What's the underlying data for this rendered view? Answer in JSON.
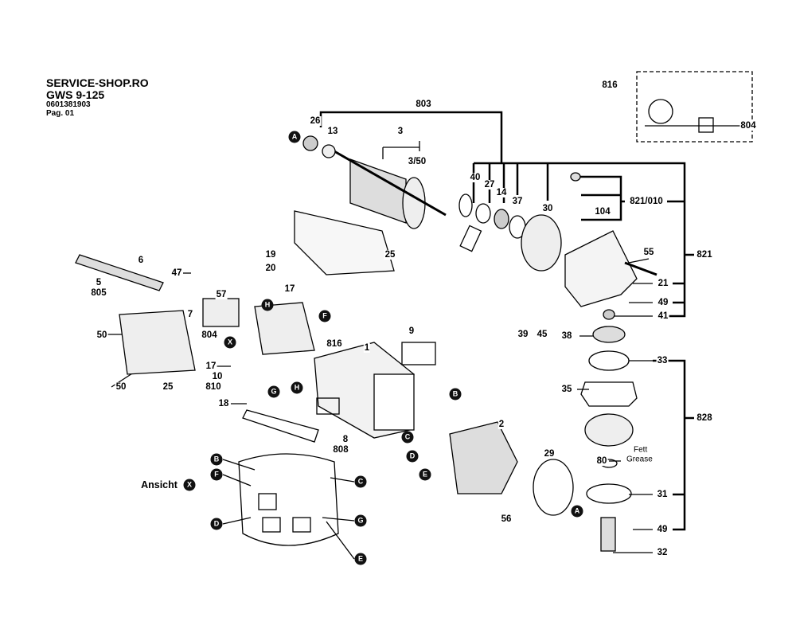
{
  "header": {
    "shop": "SERVICE-SHOP.RO",
    "model": "GWS 9-125",
    "part_number": "0601381903",
    "page": "Pag. 01"
  },
  "labels": {
    "l803": "803",
    "l26": "26",
    "l13": "13",
    "l3": "3",
    "l3_50": "3/50",
    "l40": "40",
    "l27": "27",
    "l14": "14",
    "l37": "37",
    "l30": "30",
    "l821_010": "821/010",
    "l104": "104",
    "l816_top": "816",
    "l804_top": "804",
    "l821": "821",
    "l55": "55",
    "l21": "21",
    "l49a": "49",
    "l41": "41",
    "l19": "19",
    "l20": "20",
    "l25a": "25",
    "l6": "6",
    "l5": "5",
    "l805": "805",
    "l47": "47",
    "l57": "57",
    "l7": "7",
    "l17a": "17",
    "l804": "804",
    "l816": "816",
    "l50a": "50",
    "l50b": "50",
    "l25b": "25",
    "l17b": "17",
    "l10": "10",
    "l810": "810",
    "l18": "18",
    "l1": "1",
    "l9": "9",
    "l8": "8",
    "l808": "808",
    "l39": "39",
    "l45": "45",
    "l38": "38",
    "l33": "33",
    "l35": "35",
    "l828": "828",
    "l80": "80",
    "l31": "31",
    "l49b": "49",
    "l32": "32",
    "l2": "2",
    "l29": "29",
    "l56": "56",
    "fett": "Fett",
    "grease": "Grease",
    "ansicht": "Ansicht"
  },
  "markers": {
    "A": "A",
    "B": "B",
    "C": "C",
    "D": "D",
    "E": "E",
    "F": "F",
    "G": "G",
    "H": "H",
    "X": "X"
  }
}
